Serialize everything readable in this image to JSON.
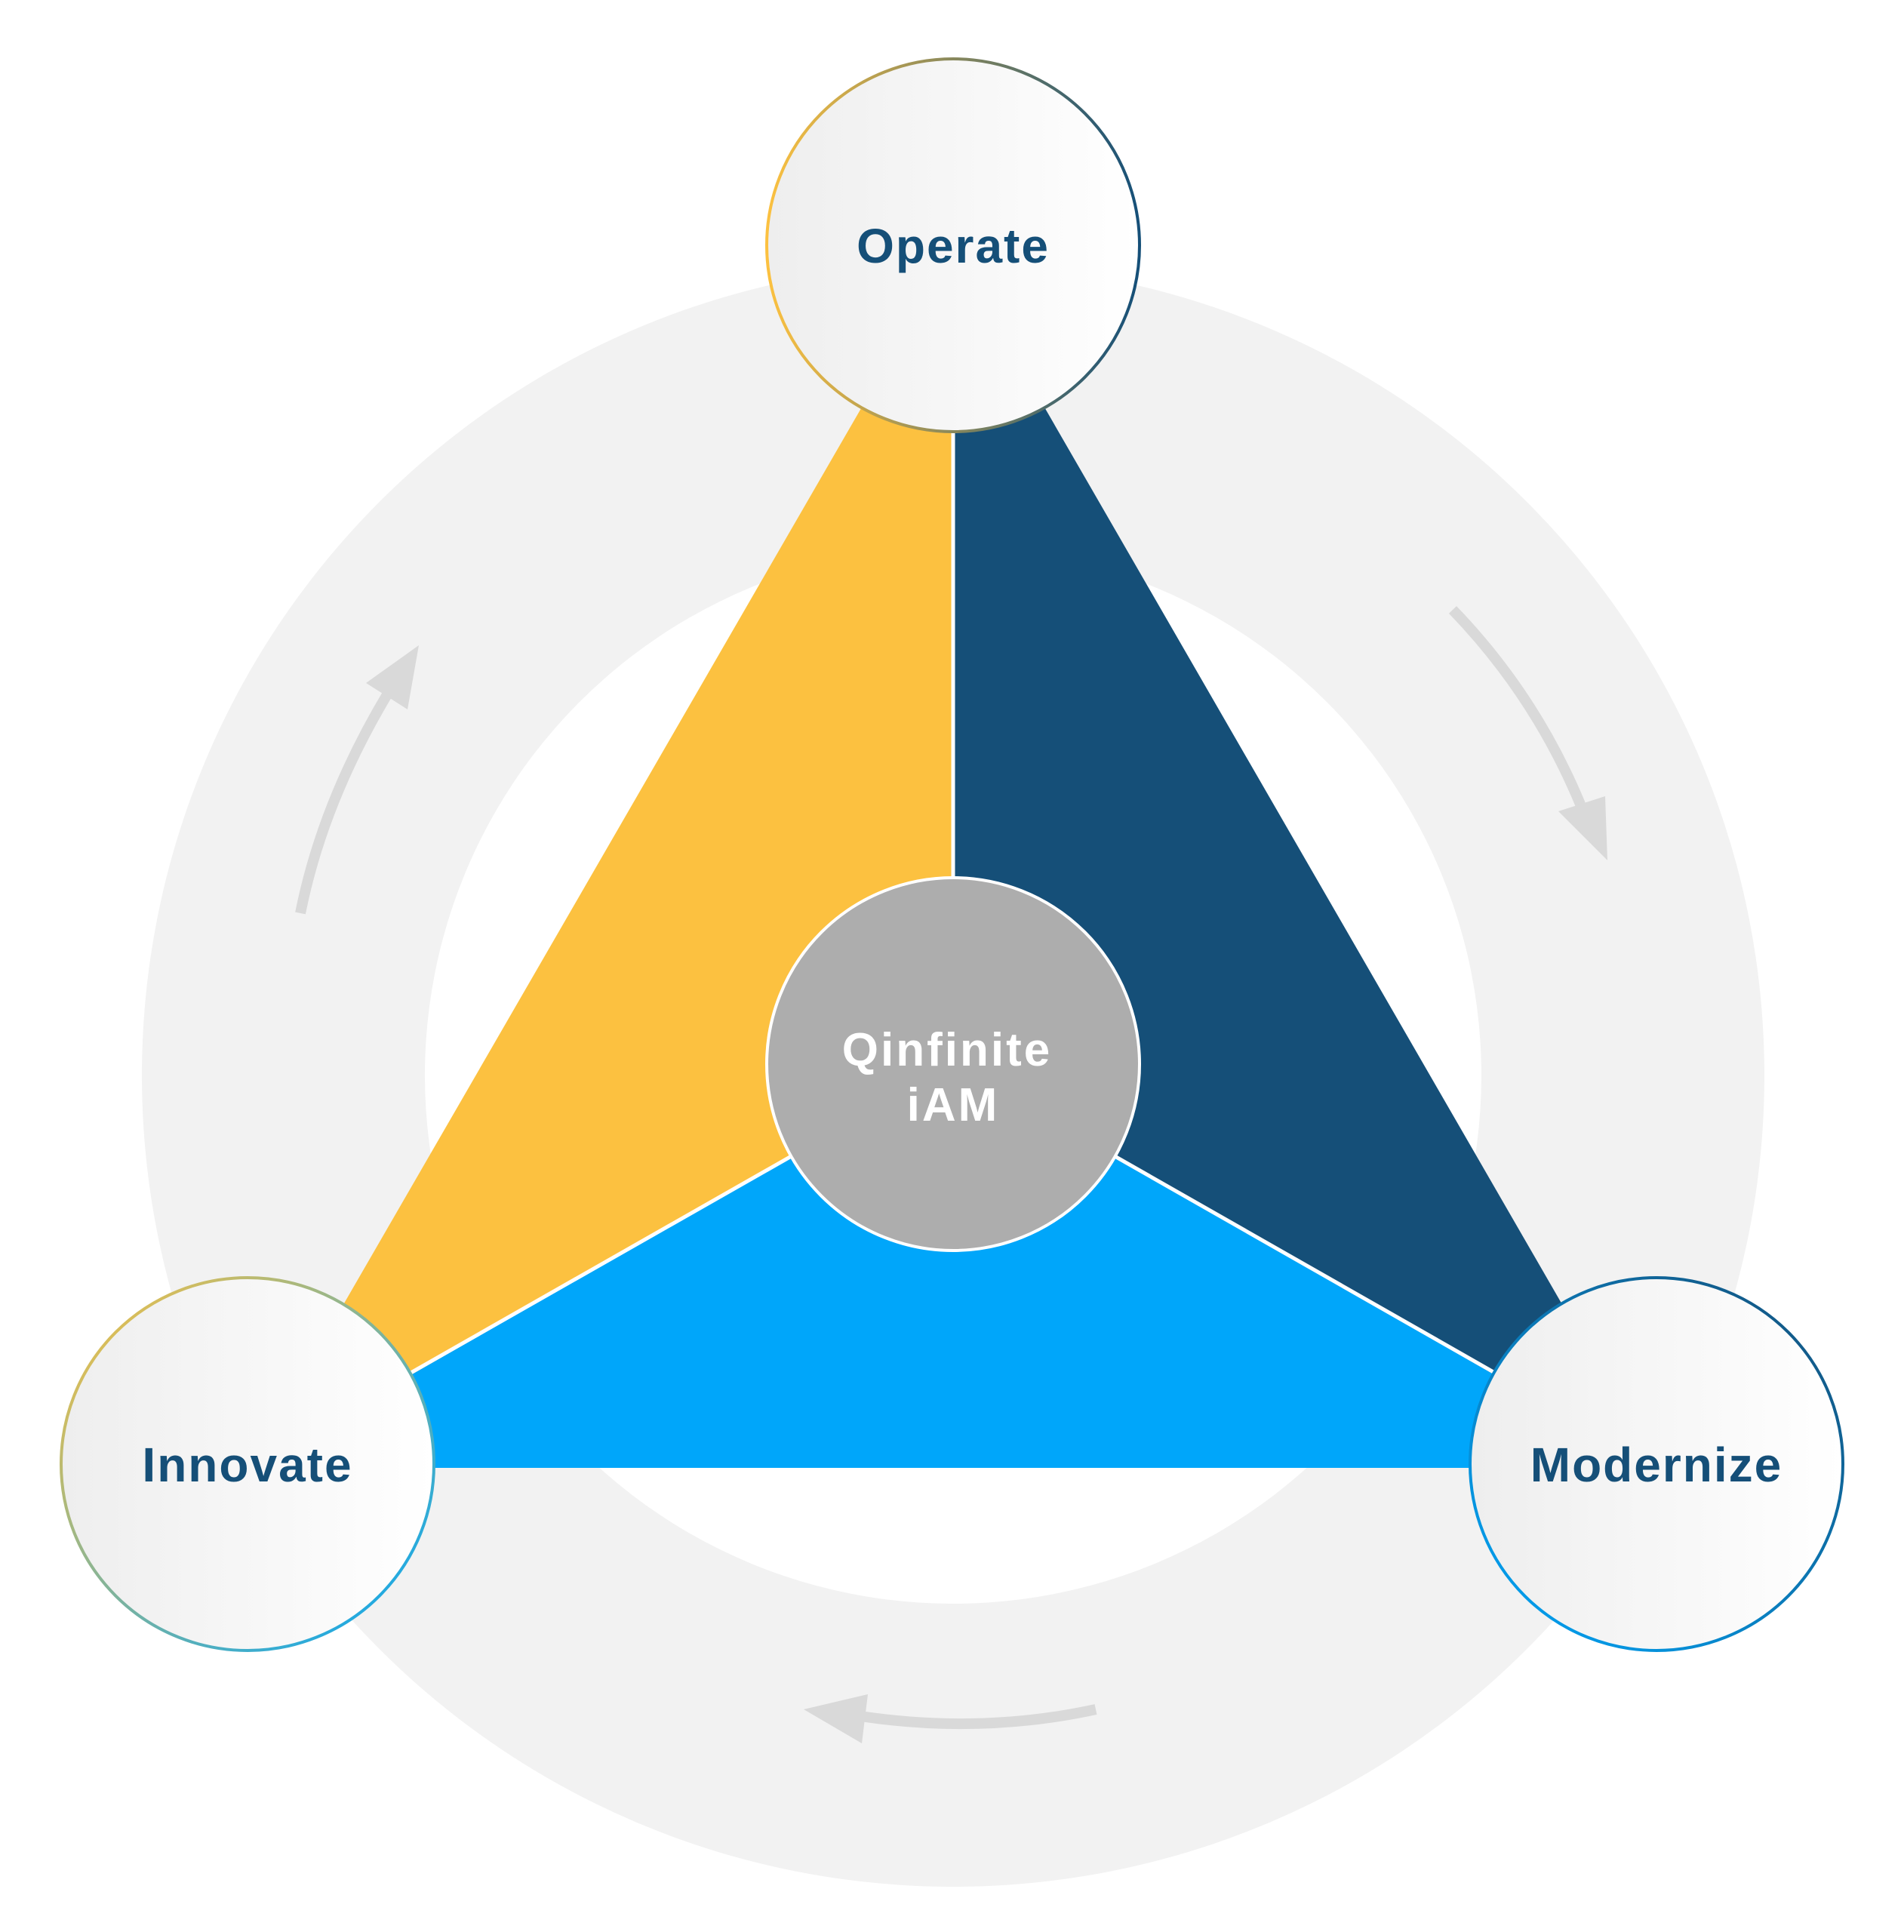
{
  "center": {
    "line1": "Qinfinite",
    "line2": "iAM"
  },
  "nodes": {
    "top": {
      "label": "Operate"
    },
    "left": {
      "label": "Innovate"
    },
    "right": {
      "label": "Modernize"
    }
  },
  "colors": {
    "background": "#ffffff",
    "ring": "#f2f2f2",
    "arrow": "#d9d9d9",
    "yellow": "#fcc140",
    "navy": "#154f78",
    "blue": "#00a6fa",
    "center_fill": "#adadad",
    "center_text": "#ffffff",
    "node_text": "#154f78"
  }
}
